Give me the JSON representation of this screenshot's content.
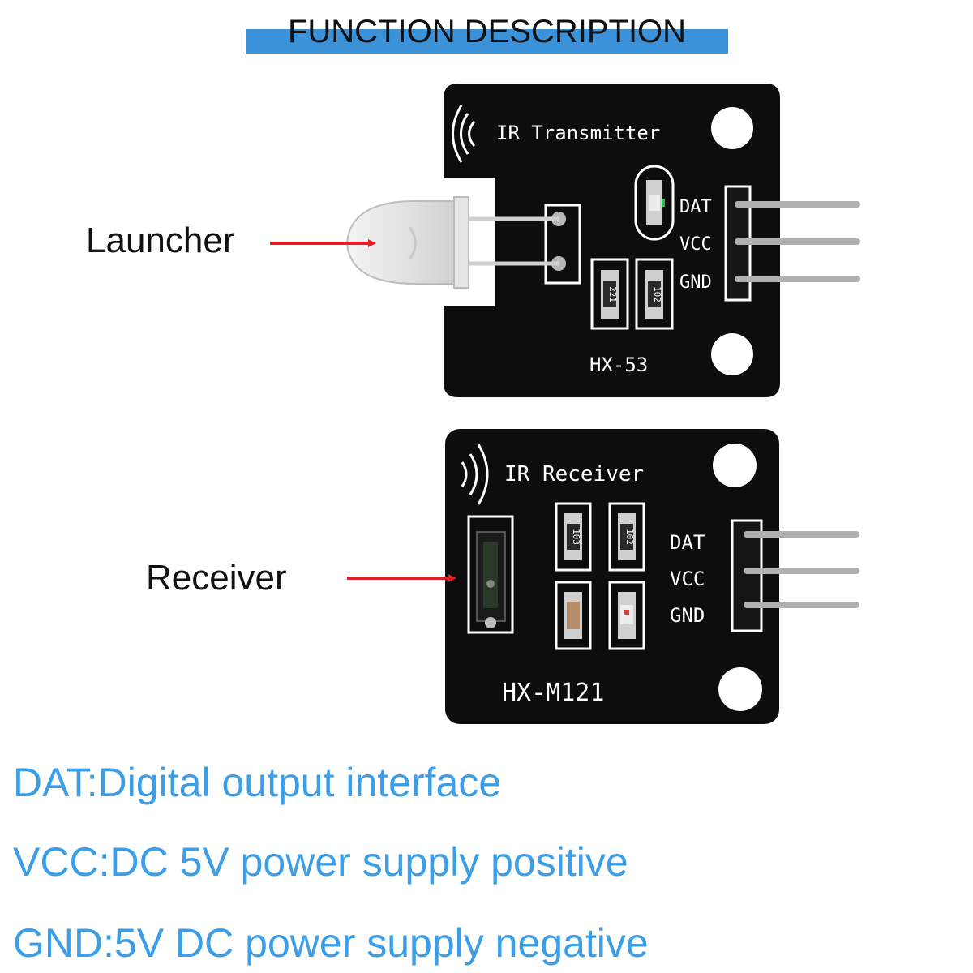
{
  "header": {
    "title": "FUNCTION DESCRIPTION",
    "accent_color": "#3c92d9"
  },
  "callouts": {
    "launcher": "Launcher",
    "receiver": "Receiver",
    "arrow_color": "#e41e26"
  },
  "transmitter_board": {
    "title": "IR Transmitter",
    "model": "HX-53",
    "pins": [
      "DAT",
      "VCC",
      "GND"
    ],
    "resistors": [
      "221",
      "102"
    ]
  },
  "receiver_board": {
    "title": "IR Receiver",
    "model": "HX-M121",
    "pins": [
      "DAT",
      "VCC",
      "GND"
    ],
    "resistors": [
      "103",
      "102"
    ]
  },
  "descriptions": {
    "dat": "DAT:Digital output interface",
    "vcc": "VCC:DC 5V power supply positive",
    "gnd": "GND:5V DC power supply negative",
    "color": "#3c9ee6"
  }
}
